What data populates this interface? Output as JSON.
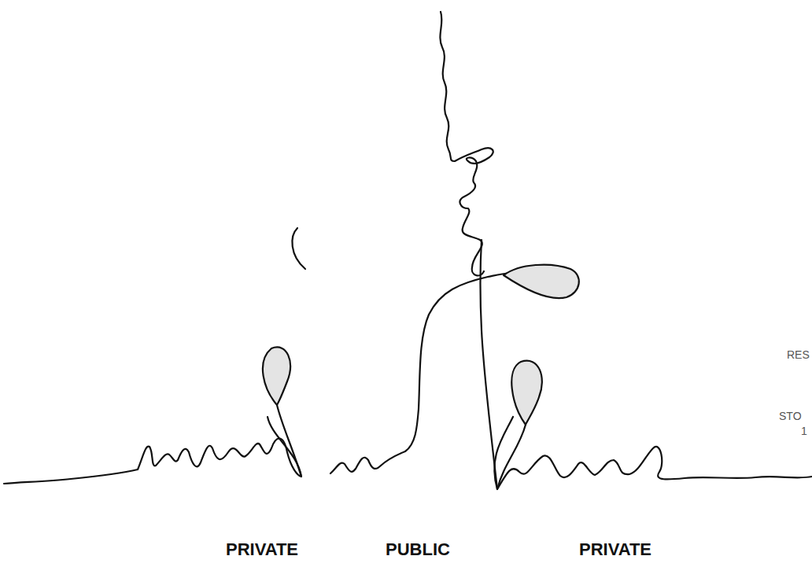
{
  "diagram": {
    "labels": [
      "RES",
      "STO",
      "1",
      "PRIVATE",
      "PUBLIC",
      "PRIVATE"
    ]
  }
}
